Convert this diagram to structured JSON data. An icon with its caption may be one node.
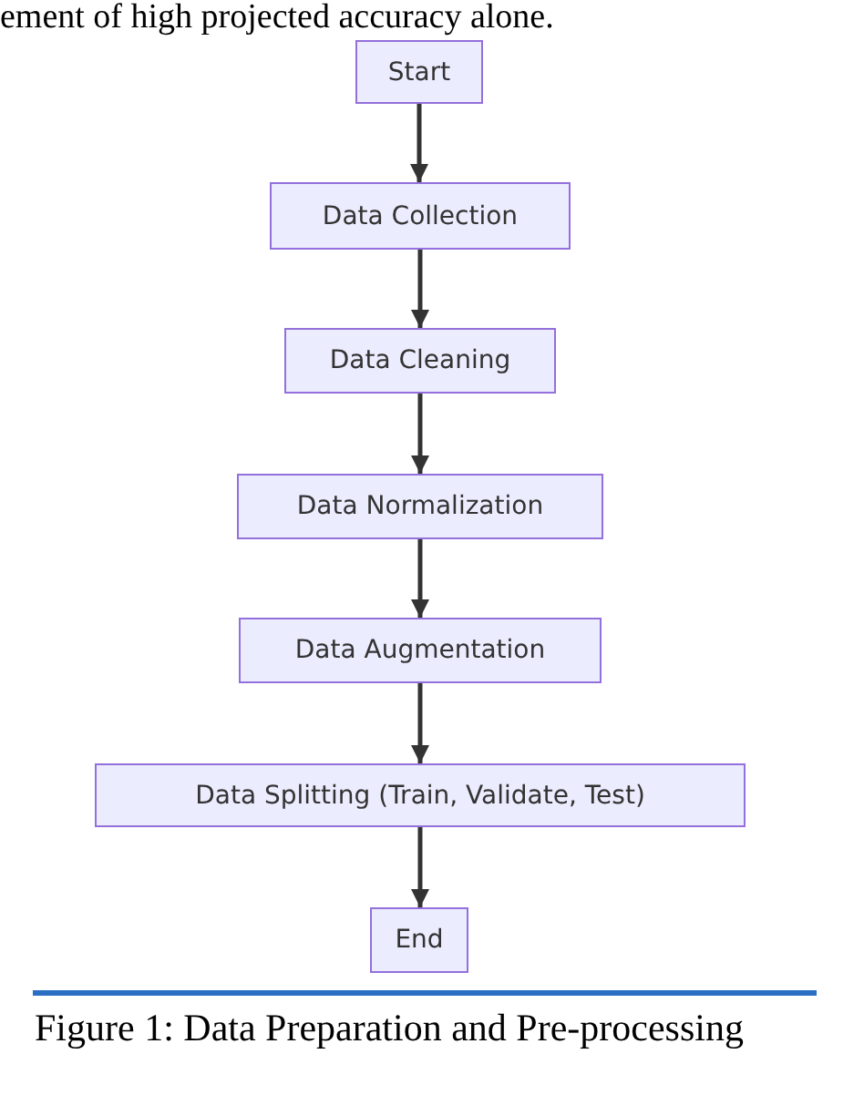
{
  "diagram": {
    "caption": "Figure 1: Data Preparation and Pre-processing",
    "nodes": [
      {
        "text": [
          "Start"
        ]
      },
      {
        "text": [
          "Data Collection"
        ]
      },
      {
        "text": [
          "Data Cleaning"
        ]
      },
      {
        "text": [
          "Data Normalization"
        ]
      },
      {
        "text": [
          "Data Augmentation"
        ]
      },
      {
        "text": [
          "Data Splitting (Train, Validate, Test)"
        ]
      },
      {
        "text": [
          "End"
        ]
      }
    ],
    "edges": [
      {
        "from": 0,
        "to": 1,
        "arrow": "to"
      },
      {
        "from": 1,
        "to": 2,
        "arrow": "to"
      },
      {
        "from": 2,
        "to": 3,
        "arrow": "to"
      },
      {
        "from": 3,
        "to": 4,
        "arrow": "to"
      },
      {
        "from": 4,
        "to": 5,
        "arrow": "to"
      },
      {
        "from": 5,
        "to": 6,
        "arrow": "to"
      }
    ],
    "labels": [
      "ement of high projected accuracy alone."
    ]
  }
}
